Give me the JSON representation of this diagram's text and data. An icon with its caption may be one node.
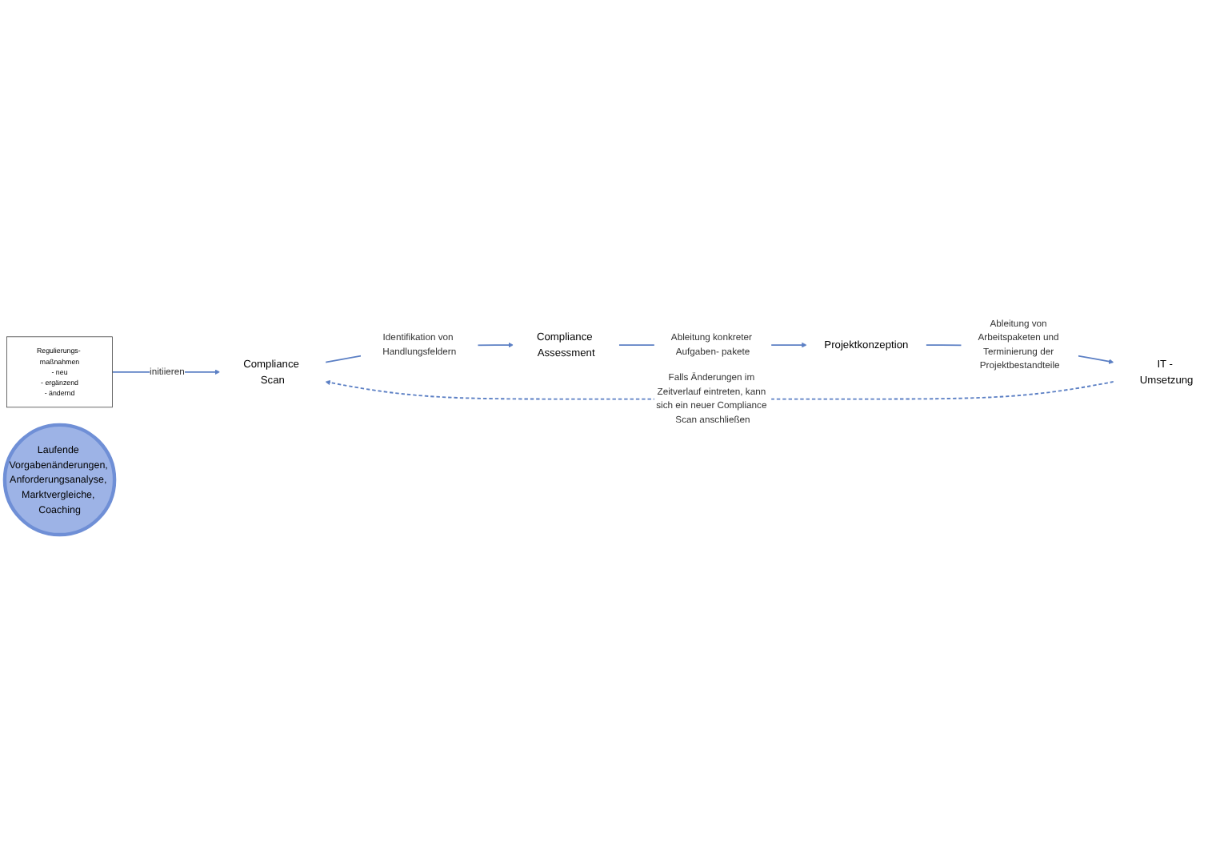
{
  "diagram": {
    "nodes": [
      {
        "text": [
          "Regulierungs- maßnahmen",
          "- neu",
          "- ergänzend",
          "- ändernd"
        ]
      },
      {
        "text": [
          "Compliance Scan"
        ]
      },
      {
        "text": [
          "Compliance Assessment"
        ]
      },
      {
        "text": [
          "Projektkonzeption"
        ]
      },
      {
        "text": [
          "IT - Umsetzung"
        ]
      },
      {
        "text": [
          "Laufende Vorgabenänderungen, Anforderungsanalyse, Marktvergleiche, Coaching"
        ]
      }
    ],
    "edges": [
      {
        "from": 0,
        "to": 1,
        "arrow": "to",
        "label": "initiieren"
      },
      {
        "from": 1,
        "to": 2,
        "arrow": "to",
        "label": "Identifikation von Handlungsfeldern"
      },
      {
        "from": 2,
        "to": 3,
        "arrow": "to",
        "label": "Ableitung konkreter Aufgaben- pakete"
      },
      {
        "from": 3,
        "to": 4,
        "arrow": "to",
        "label": "Ableitung von Arbeitspaketen und Terminierung der Projektbestandteile"
      },
      {
        "from": 4,
        "to": 1,
        "arrow": "to",
        "style": "dashed",
        "label": "Falls Änderungen im Zeitverlauf eintreten, kann sich ein neuer Compliance Scan anschließen"
      }
    ]
  }
}
